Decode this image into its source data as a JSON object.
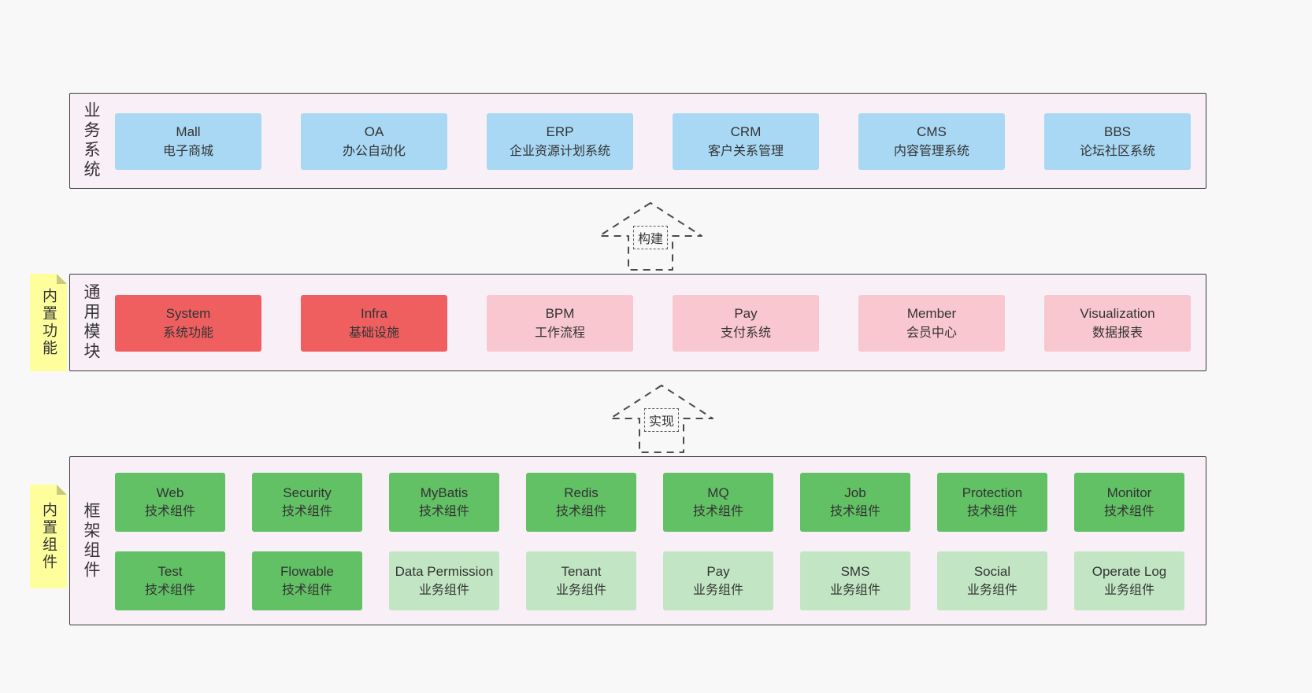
{
  "business": {
    "label": "业务系统",
    "boxes": [
      {
        "name": "Mall",
        "desc": "电子商城"
      },
      {
        "name": "OA",
        "desc": "办公自动化"
      },
      {
        "name": "ERP",
        "desc": "企业资源计划系统"
      },
      {
        "name": "CRM",
        "desc": "客户关系管理"
      },
      {
        "name": "CMS",
        "desc": "内容管理系统"
      },
      {
        "name": "BBS",
        "desc": "论坛社区系统"
      }
    ]
  },
  "arrows": {
    "build": "构建",
    "implement": "实现"
  },
  "modules": {
    "label": "通用模块",
    "note": "内置功能",
    "boxes": [
      {
        "name": "System",
        "desc": "系统功能"
      },
      {
        "name": "Infra",
        "desc": "基础设施"
      },
      {
        "name": "BPM",
        "desc": "工作流程"
      },
      {
        "name": "Pay",
        "desc": "支付系统"
      },
      {
        "name": "Member",
        "desc": "会员中心"
      },
      {
        "name": "Visualization",
        "desc": "数据报表"
      }
    ]
  },
  "components": {
    "label": "框架组件",
    "note": "内置组件",
    "row1": [
      {
        "name": "Web",
        "desc": "技术组件"
      },
      {
        "name": "Security",
        "desc": "技术组件"
      },
      {
        "name": "MyBatis",
        "desc": "技术组件"
      },
      {
        "name": "Redis",
        "desc": "技术组件"
      },
      {
        "name": "MQ",
        "desc": "技术组件"
      },
      {
        "name": "Job",
        "desc": "技术组件"
      },
      {
        "name": "Protection",
        "desc": "技术组件"
      },
      {
        "name": "Monitor",
        "desc": "技术组件"
      }
    ],
    "row2": [
      {
        "name": "Test",
        "desc": "技术组件"
      },
      {
        "name": "Flowable",
        "desc": "技术组件"
      },
      {
        "name": "Data Permission",
        "desc": "业务组件"
      },
      {
        "name": "Tenant",
        "desc": "业务组件"
      },
      {
        "name": "Pay",
        "desc": "业务组件"
      },
      {
        "name": "SMS",
        "desc": "业务组件"
      },
      {
        "name": "Social",
        "desc": "业务组件"
      },
      {
        "name": "Operate Log",
        "desc": "业务组件"
      }
    ]
  },
  "colors": {
    "page-bg": "#f8f8f8",
    "band-bg": "#f9eff7",
    "band-border": "#3b3b3b",
    "blue": "#a8d8f4",
    "red": "#ef5f60",
    "pink": "#f9c7d0",
    "green": "#62c065",
    "green-light": "#c2e6c3",
    "note-yellow": "#feff9c",
    "text": "#333333"
  }
}
